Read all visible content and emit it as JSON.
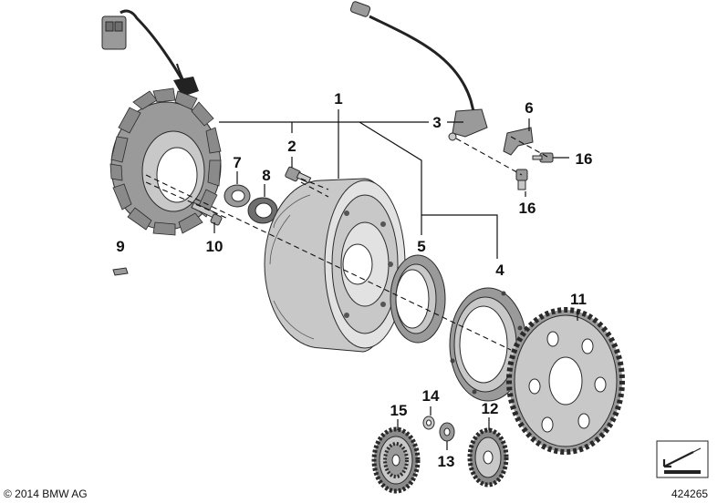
{
  "diagram": {
    "callouts": [
      {
        "id": "1",
        "label": "1"
      },
      {
        "id": "2",
        "label": "2"
      },
      {
        "id": "3",
        "label": "3"
      },
      {
        "id": "4",
        "label": "4"
      },
      {
        "id": "5",
        "label": "5"
      },
      {
        "id": "6",
        "label": "6"
      },
      {
        "id": "7",
        "label": "7"
      },
      {
        "id": "8",
        "label": "8"
      },
      {
        "id": "9",
        "label": "9"
      },
      {
        "id": "10",
        "label": "10"
      },
      {
        "id": "11",
        "label": "11"
      },
      {
        "id": "12",
        "label": "12"
      },
      {
        "id": "13",
        "label": "13"
      },
      {
        "id": "14",
        "label": "14"
      },
      {
        "id": "15",
        "label": "15"
      },
      {
        "id": "16a",
        "label": "16"
      },
      {
        "id": "16b",
        "label": "16"
      }
    ]
  },
  "footer": {
    "copyright": "© 2014 BMW AG",
    "image_number": "424265"
  },
  "icons": {
    "corner_logo": "corner-marker-icon"
  }
}
